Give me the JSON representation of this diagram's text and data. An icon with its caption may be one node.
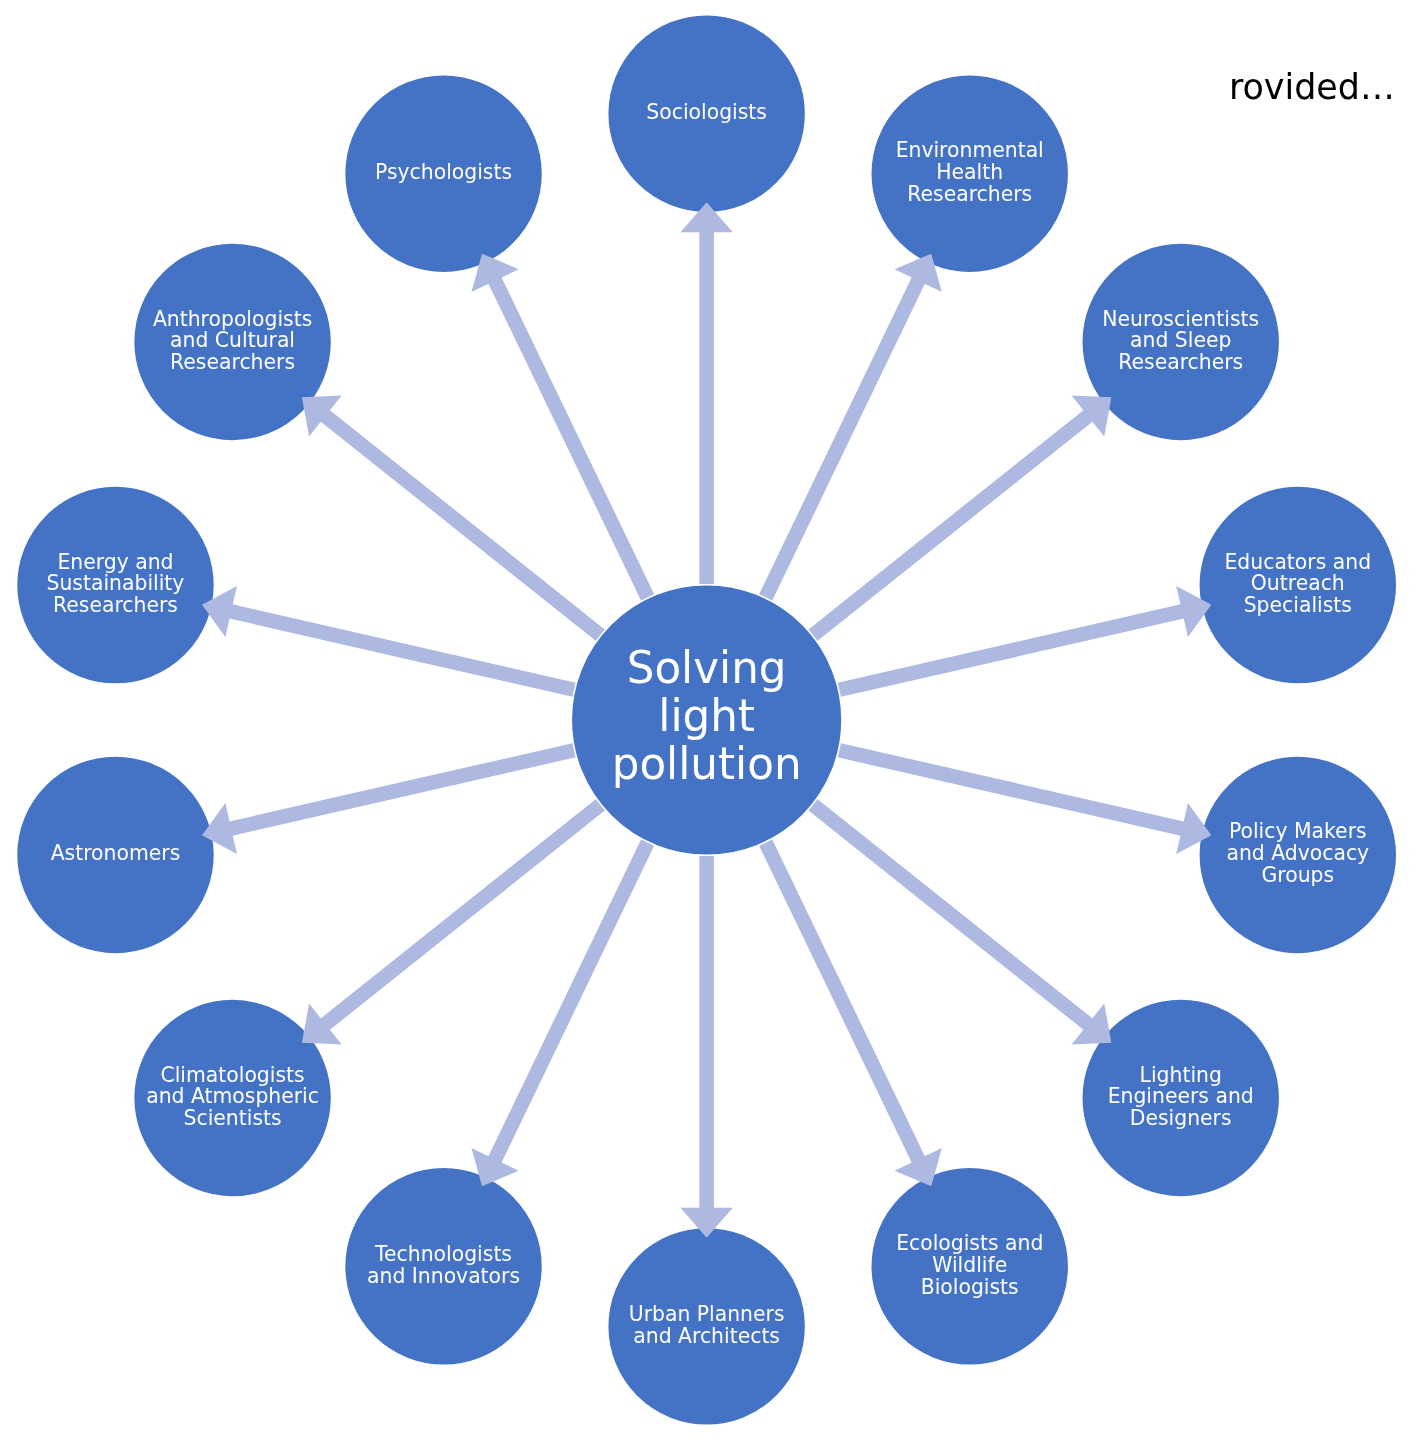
{
  "diagram": {
    "nodes": [
      {
        "text": [
          "Solving light pollution"
        ]
      },
      {
        "text": [
          "Educators and Outreach Specialists"
        ]
      },
      {
        "text": [
          "Neuroscientists and Sleep Researchers"
        ]
      },
      {
        "text": [
          "Environmental Health Researchers"
        ]
      },
      {
        "text": [
          "Sociologists"
        ]
      },
      {
        "text": [
          "Psychologists"
        ]
      },
      {
        "text": [
          "Anthropologists and Cultural Researchers"
        ]
      },
      {
        "text": [
          "Energy and Sustainability Researchers"
        ]
      },
      {
        "text": [
          "Astronomers"
        ]
      },
      {
        "text": [
          "Climatologists and Atmospheric Scientists"
        ]
      },
      {
        "text": [
          "Technologists and Innovators"
        ]
      },
      {
        "text": [
          "Urban Planners and Architects"
        ]
      },
      {
        "text": [
          "Ecologists and Wildlife Biologists"
        ]
      },
      {
        "text": [
          "Lighting Engineers and Designers"
        ]
      },
      {
        "text": [
          "Policy Makers and Advocacy Groups"
        ]
      }
    ],
    "edges": [
      {
        "from": 0,
        "to": 1,
        "arrow": "to"
      },
      {
        "from": 0,
        "to": 2,
        "arrow": "to"
      },
      {
        "from": 0,
        "to": 3,
        "arrow": "to"
      },
      {
        "from": 0,
        "to": 4,
        "arrow": "to"
      },
      {
        "from": 0,
        "to": 5,
        "arrow": "to"
      },
      {
        "from": 0,
        "to": 6,
        "arrow": "to"
      },
      {
        "from": 0,
        "to": 7,
        "arrow": "to"
      },
      {
        "from": 0,
        "to": 8,
        "arrow": "to"
      },
      {
        "from": 0,
        "to": 9,
        "arrow": "to"
      },
      {
        "from": 0,
        "to": 10,
        "arrow": "to"
      },
      {
        "from": 0,
        "to": 11,
        "arrow": "to"
      },
      {
        "from": 0,
        "to": 12,
        "arrow": "to"
      },
      {
        "from": 0,
        "to": 13,
        "arrow": "to"
      },
      {
        "from": 0,
        "to": 14,
        "arrow": "to"
      }
    ],
    "labels": [
      "rovided…"
    ]
  }
}
